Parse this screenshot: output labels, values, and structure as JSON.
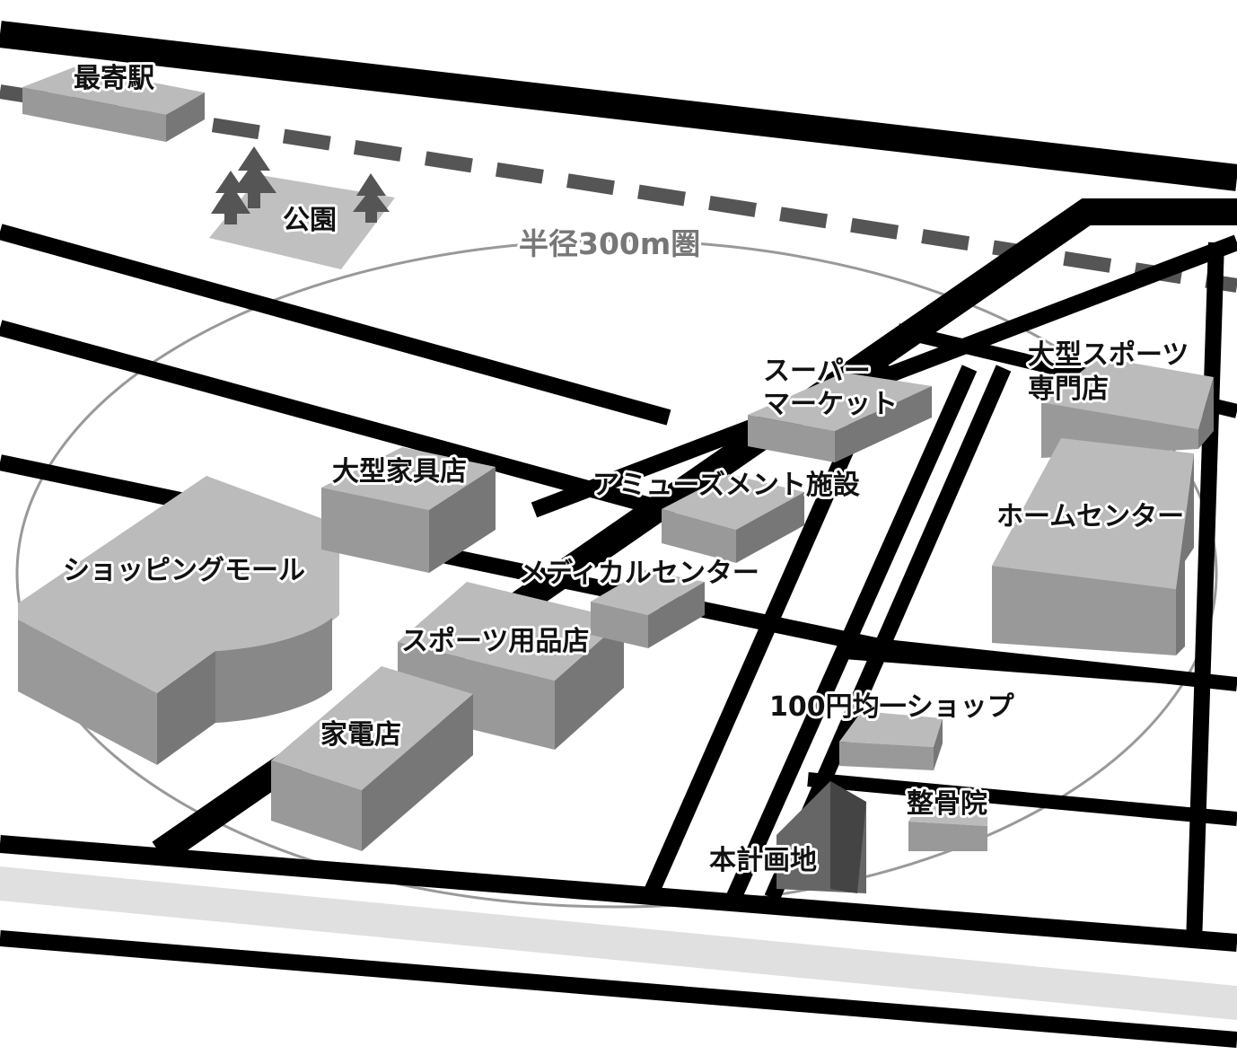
{
  "map": {
    "radius_label": "半径300m圏",
    "colors": {
      "road": "#000000",
      "railway": "#555555",
      "building_top": "#bbbbbb",
      "building_front": "#999999",
      "building_side": "#777777",
      "target_building": "#666666",
      "radius_circle": "#999999"
    },
    "places": {
      "station": "最寄駅",
      "park": "公園",
      "shopping_mall": "ショッピングモール",
      "furniture_store": "大型家具店",
      "sports_goods_store": "スポーツ用品店",
      "electronics_store": "家電店",
      "medical_center": "メディカルセンター",
      "amusement_facility": "アミューズメント施設",
      "supermarket_line1": "スーパー",
      "supermarket_line2": "マーケット",
      "sports_specialty_line1": "大型スポーツ",
      "sports_specialty_line2": "専門店",
      "home_center": "ホームセンター",
      "hundred_yen_shop": "100円均一ショップ",
      "osteopathic_clinic": "整骨院",
      "target_site": "本計画地"
    }
  }
}
